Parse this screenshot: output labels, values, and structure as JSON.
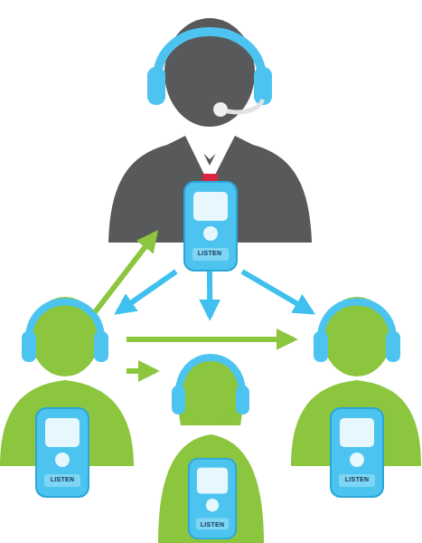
{
  "diagram": {
    "nodes": [
      {
        "text": [
          "LISTEN"
        ]
      },
      {
        "text": [
          "LISTEN"
        ]
      },
      {
        "text": [
          "LISTEN"
        ]
      },
      {
        "text": [
          "LISTEN"
        ]
      }
    ],
    "edges": [
      {
        "from": 0,
        "to": 1,
        "arrow": "to"
      },
      {
        "from": 0,
        "to": 2,
        "arrow": "to"
      },
      {
        "from": 0,
        "to": 3,
        "arrow": "to"
      },
      {
        "from": 1,
        "to": 0,
        "arrow": "to"
      },
      {
        "from": 1,
        "to": 3,
        "arrow": "to"
      },
      {
        "from": 1,
        "to": 2,
        "arrow": "to"
      }
    ]
  }
}
